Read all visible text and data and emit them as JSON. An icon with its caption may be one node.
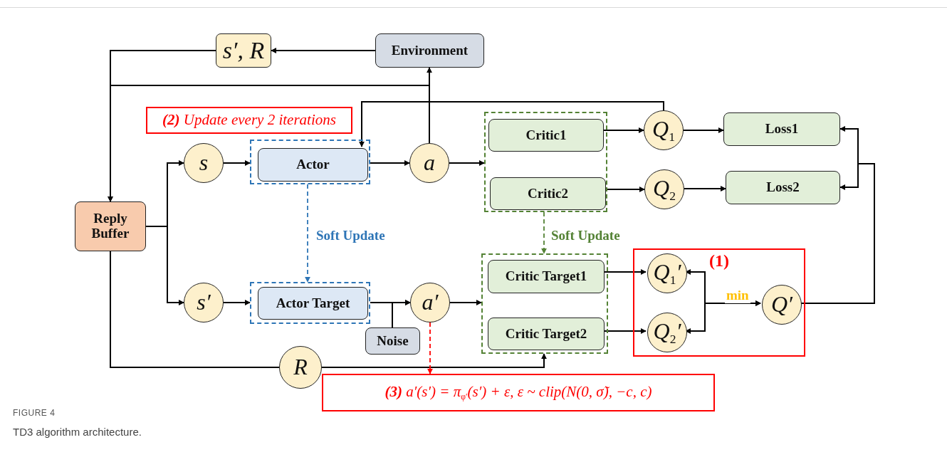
{
  "diagram": {
    "caption": "TD3 algorithm architecture.",
    "nodes": [
      {
        "text": [
          "s′, R"
        ]
      },
      {
        "text": [
          "Environment"
        ]
      },
      {
        "text": [
          "**(2)** Update every 2 iterations"
        ]
      },
      {
        "text": [],
        "shape": "box"
      },
      {
        "text": [
          "Actor"
        ],
        "in": 3
      },
      {
        "text": [],
        "shape": "box"
      },
      {
        "text": [
          "Critic1"
        ],
        "in": 5
      },
      {
        "text": [
          "Critic2"
        ],
        "in": 5
      },
      {
        "text": [
          "Q$_{1}$"
        ]
      },
      {
        "text": [
          "Q$_{2}$"
        ]
      },
      {
        "text": [
          "Loss1"
        ]
      },
      {
        "text": [
          "Loss2"
        ]
      },
      {
        "text": [
          "Reply Buffer"
        ]
      },
      {
        "text": [
          "s"
        ]
      },
      {
        "text": [
          "a"
        ]
      },
      {
        "text": [
          "s′"
        ]
      },
      {
        "text": [],
        "shape": "box"
      },
      {
        "text": [
          "Actor Target"
        ],
        "in": 16
      },
      {
        "text": [
          "a′"
        ]
      },
      {
        "text": [
          "Noise"
        ]
      },
      {
        "text": [],
        "shape": "box"
      },
      {
        "text": [
          "Critic Target1"
        ],
        "in": 20
      },
      {
        "text": [
          "Critic Target2"
        ],
        "in": 20
      },
      {
        "text": [
          "(1)"
        ]
      },
      {
        "text": [
          "Q$_{1}$′"
        ],
        "in": 23
      },
      {
        "text": [
          "Q$_{2}$′"
        ],
        "in": 23
      },
      {
        "text": [
          "Q′"
        ],
        "in": 23
      },
      {
        "text": [
          "R"
        ]
      },
      {
        "text": [
          "**(3)**  a′(s′) = π$_{φ′}$(s′) + ε,  ε ~ clip(N(0, σ̃), −c, c)"
        ]
      }
    ],
    "edges": [
      {
        "from": 1,
        "to": 0,
        "arrow": "to"
      },
      {
        "from": 0,
        "to": 12,
        "arrow": "to"
      },
      {
        "from": 14,
        "to": 1,
        "arrow": "to"
      },
      {
        "from": 14,
        "to": 12,
        "arrow": "to"
      },
      {
        "from": 8,
        "to": 4,
        "arrow": "to"
      },
      {
        "from": 12,
        "to": 13,
        "arrow": "to"
      },
      {
        "from": 12,
        "to": 15,
        "arrow": "to"
      },
      {
        "from": 13,
        "to": 3,
        "arrow": "to"
      },
      {
        "from": 3,
        "to": 14,
        "arrow": "to"
      },
      {
        "from": 14,
        "to": 5,
        "arrow": "to"
      },
      {
        "from": 6,
        "to": 8,
        "arrow": "to"
      },
      {
        "from": 7,
        "to": 9,
        "arrow": "to"
      },
      {
        "from": 8,
        "to": 10,
        "arrow": "to"
      },
      {
        "from": 9,
        "to": 11,
        "arrow": "to"
      },
      {
        "from": 26,
        "to": 10,
        "arrow": "to"
      },
      {
        "from": 26,
        "to": 11,
        "arrow": "to"
      },
      {
        "from": 3,
        "to": 16,
        "arrow": "to",
        "style": "dashed",
        "color": "#2e75b6",
        "label": "Soft Update"
      },
      {
        "from": 5,
        "to": 20,
        "arrow": "to",
        "style": "dashed",
        "color": "#548235",
        "label": "Soft Update"
      },
      {
        "from": 15,
        "to": 16,
        "arrow": "to"
      },
      {
        "from": 16,
        "to": 18,
        "arrow": "to"
      },
      {
        "from": 19,
        "to": 18,
        "arrow": "to"
      },
      {
        "from": 18,
        "to": 20,
        "arrow": "to"
      },
      {
        "from": 21,
        "to": 24,
        "arrow": "to"
      },
      {
        "from": 22,
        "to": 25,
        "arrow": "to"
      },
      {
        "from": 24,
        "to": 26,
        "arrow": "both",
        "label": "min"
      },
      {
        "from": 25,
        "to": 26,
        "arrow": "both"
      },
      {
        "from": 12,
        "to": 27,
        "arrow": "none"
      },
      {
        "from": 27,
        "to": 20,
        "arrow": "to"
      },
      {
        "from": 18,
        "to": 28,
        "arrow": "to",
        "style": "dashed",
        "color": "#ff0000"
      }
    ],
    "labels": [
      "FIGURE 4"
    ]
  }
}
